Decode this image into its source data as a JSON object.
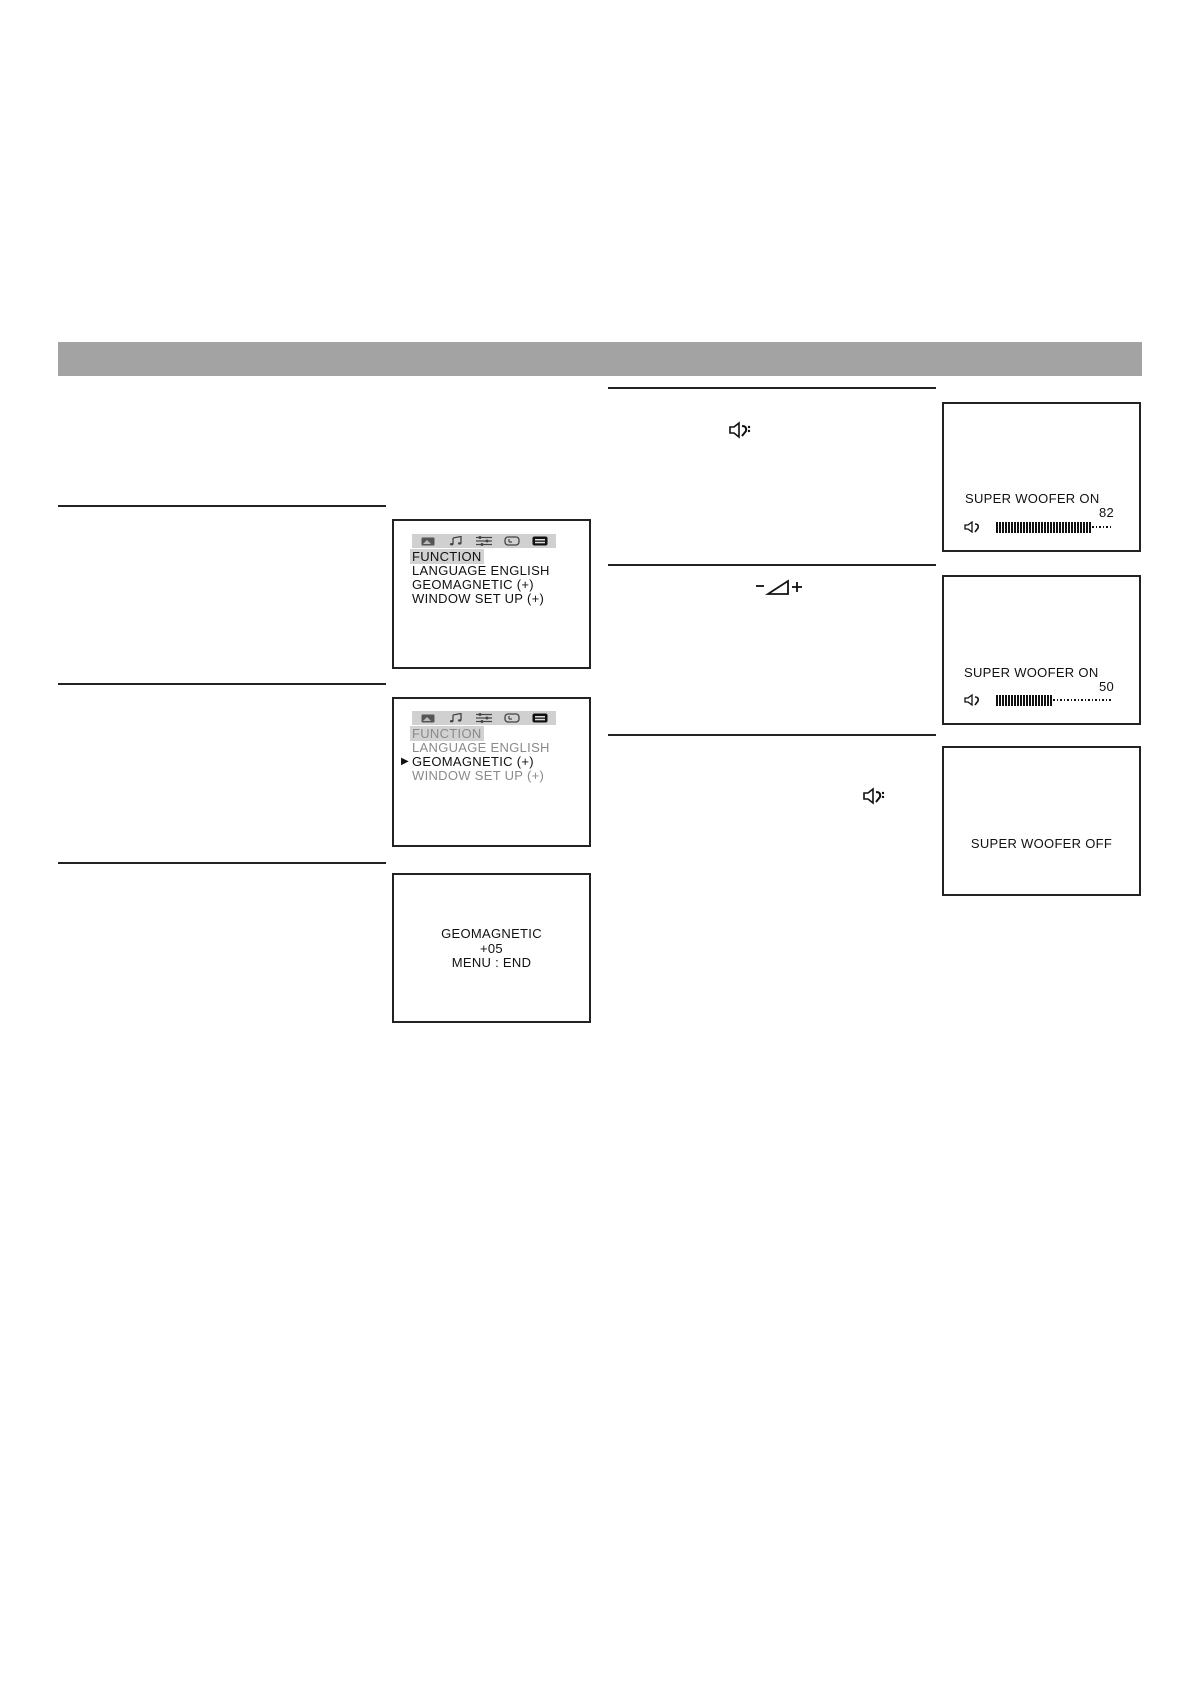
{
  "menu_screen_1": {
    "items": [
      "FUNCTION",
      "LANGUAGE   ENGLISH",
      "GEOMAGNETIC   (+)",
      "WINDOW  SET  UP  (+)"
    ]
  },
  "menu_screen_2": {
    "items": [
      "FUNCTION",
      "LANGUAGE   ENGLISH",
      "GEOMAGNETIC    (+)",
      "WINDOW  SET  UP  (+)"
    ],
    "cursor": "▶"
  },
  "geomagnetic_screen": {
    "title": "GEOMAGNETIC",
    "value": "+05",
    "footer": "MENU : END"
  },
  "woofer_screen_1": {
    "label": "SUPER  WOOFER ON",
    "level": "82",
    "level_fraction": 0.82
  },
  "woofer_screen_2": {
    "label": "SUPER  WOOFER ON",
    "level": "50",
    "level_fraction": 0.5
  },
  "woofer_screen_3": {
    "label": "SUPER  WOOFER OFF"
  },
  "icons": {
    "tab_icons": [
      "picture-tab-icon",
      "music-tab-icon",
      "adjust-tab-icon",
      "timer-tab-icon",
      "function-tab-icon"
    ],
    "super_woofer": "super-woofer-icon",
    "volume": "volume-minus-plus-icon"
  }
}
